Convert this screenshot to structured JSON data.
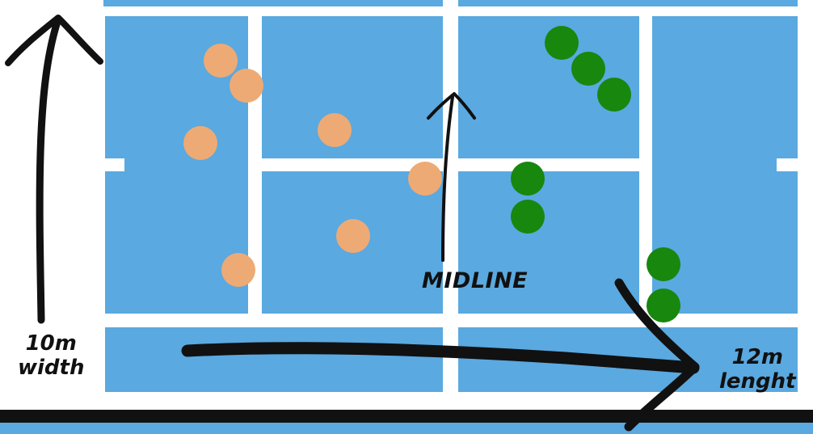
{
  "colors": {
    "court": "#5aa9e0",
    "lines": "#ffffff",
    "team_a": "#eeaa74",
    "team_b": "#17870e",
    "ink": "#111111",
    "floor": "#5aa9e0"
  },
  "labels": {
    "width_value": "10m",
    "width_word": "width",
    "length_value": "12m",
    "length_word": "lenght",
    "midline": "MIDLINE"
  },
  "players": {
    "team_a_count": 7,
    "team_b_count": 7
  }
}
